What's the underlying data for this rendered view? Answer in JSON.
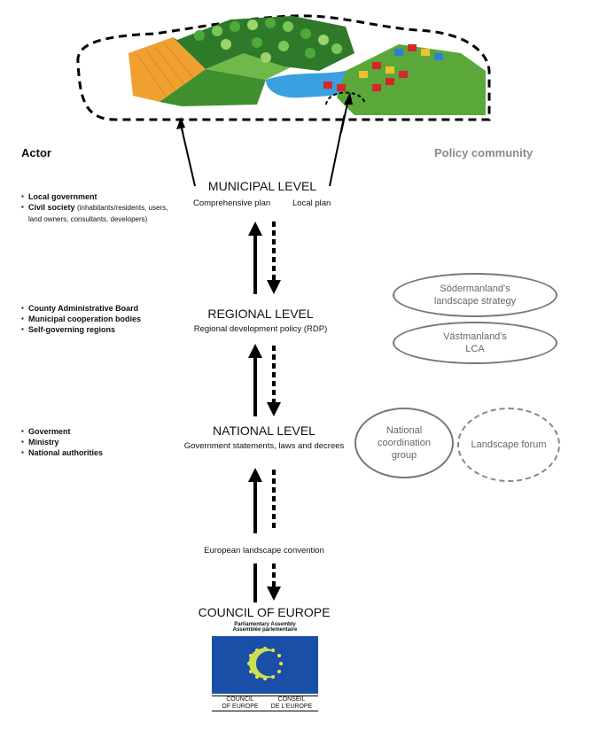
{
  "headers": {
    "actor": "Actor",
    "policy_community": "Policy community"
  },
  "levels": {
    "municipal": {
      "title": "MUNICIPAL LEVEL",
      "left_item": "Comprehensive plan",
      "right_item": "Local plan"
    },
    "regional": {
      "title": "REGIONAL LEVEL",
      "subtitle": "Regional development policy (RDP)"
    },
    "national": {
      "title": "NATIONAL LEVEL",
      "subtitle": "Government statements, laws and decrees"
    },
    "european": {
      "subtitle": "European landscape convention"
    },
    "council": {
      "title": "COUNCIL OF EUROPE"
    }
  },
  "actors": {
    "municipal": [
      {
        "label": "Local government",
        "detail": ""
      },
      {
        "label": "Civil society",
        "detail": "(inhabitants/residents, users, land owners, consultants, developers)"
      }
    ],
    "regional": [
      {
        "label": "County Administrative Board"
      },
      {
        "label": "Municipal cooperation bodies"
      },
      {
        "label": "Self-governing regions"
      }
    ],
    "national": [
      {
        "label": "Goverment"
      },
      {
        "label": "Ministry"
      },
      {
        "label": "National authorities"
      }
    ]
  },
  "policy": {
    "sodermanland": "Södermanland's landscape strategy",
    "vastmanland": "Västmanland's LCA",
    "national_group": "National coordination group",
    "landscape_forum": "Landscape forum"
  },
  "coe_logo": {
    "assembly_en": "Parliamentary Assembly",
    "assembly_fr": "Assemblée parlementaire",
    "name_en_1": "COUNCIL",
    "name_en_2": "OF EUROPE",
    "name_fr_1": "CONSEIL",
    "name_fr_2": "DE L'EUROPE"
  },
  "colors": {
    "field_orange": "#f0a030",
    "field_green": "#3f8f2f",
    "river_blue": "#3aa0e0",
    "house_red": "#d6262b",
    "house_blue": "#2f7fd6",
    "flag_blue": "#1a4fa8",
    "star_yellow": "#f4e04d"
  }
}
